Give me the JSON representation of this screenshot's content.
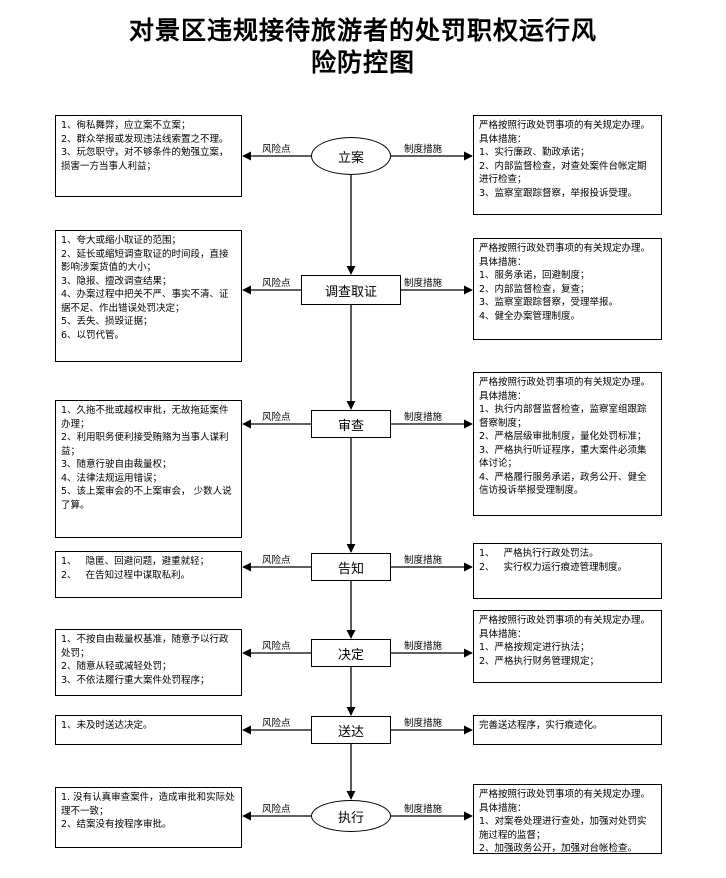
{
  "title_line1": "对景区违规接待旅游者的处罚职权运行风",
  "title_line2": "险防控图",
  "risk_label": "风险点",
  "measure_label": "制度措施",
  "steps": [
    {
      "name": "立案",
      "risks": [
        "1、徇私舞弊，应立案不立案；",
        "2、群众举报或发现违法线索置之不理。",
        "3、玩忽职守，对不够条件的勉强立案，损害一方当事人利益；"
      ],
      "measures": [
        "严格按照行政处罚事项的有关规定办理。具体措施：",
        "1、实行廉政、勤政承诺；",
        "2、内部监督检查，对查处案件台帐定期进行检查；",
        "3、监察室跟踪督察，举报投诉受理。"
      ]
    },
    {
      "name": "调查取证",
      "risks": [
        "1、夸大或缩小取证的范围；",
        "2、延长或缩短调查取证的时间段，直接影响涉案货值的大小；",
        "3、隐报、擅改调查结果；",
        "4、办案过程中把关不严、事实不清、证据不足、作出错误处罚决定；",
        "5、丢失、损毁证据；",
        "6、以罚代管。"
      ],
      "measures": [
        "严格按照行政处罚事项的有关规定办理。具体措施：",
        "1、服务承诺，回避制度；",
        "2、内部监督检查，复查；",
        "3、监察室跟踪督察，受理举报。",
        "4、健全办案管理制度。"
      ]
    },
    {
      "name": "审查",
      "risks": [
        "1、久拖不批或越权审批，无故拖延案件办理；",
        "2、利用职务便利接受贿赂为当事人谋利益；",
        "3、随意行驶自由裁量权；",
        "4、法律法规运用错误；",
        "5、该上案审会的不上案审会， 少数人说了算。"
      ],
      "measures": [
        "严格按照行政处罚事项的有关规定办理。具体措施：",
        "1、执行内部督监督检查，监察室组跟踪督察制度；",
        "2、严格层级审批制度，量化处罚标准；",
        "3、严格执行听证程序，重大案件必须集体讨论；",
        "4、严格履行服务承诺，政务公开、健全信访投诉举报受理制度。"
      ]
    },
    {
      "name": "告知",
      "risks": [
        "1、   隐匿、回避问题，避重就轻；",
        "2、   在告知过程中谋取私利。"
      ],
      "measures": [
        "1、   严格执行行政处罚法。",
        "2、   实行权力运行痕迹管理制度。"
      ]
    },
    {
      "name": "决定",
      "risks": [
        "1、不按自由裁量权基准，随意予以行政处罚；",
        "2、随意从轻或减轻处罚；",
        "3、不依法履行重大案件处罚程序；"
      ],
      "measures": [
        "严格按照行政处罚事项的有关规定办理。具体措施：",
        "1、严格按规定进行执法；",
        "2、严格执行财务管理规定；"
      ]
    },
    {
      "name": "送达",
      "risks": [
        "1、未及时送达决定。"
      ],
      "measures": [
        "完善送达程序，实行痕迹化。"
      ]
    },
    {
      "name": "执行",
      "risks": [
        "1. 没有认真审查案件，造成审批和实际处理不一致；",
        "2、结案没有按程序审批。"
      ],
      "measures": [
        "严格按照行政处罚事项的有关规定办理。具体措施：",
        "1、对案卷处理进行查处，加强对处罚实施过程的监督；",
        "2、加强政务公开，加强对台帐检查。"
      ]
    }
  ]
}
